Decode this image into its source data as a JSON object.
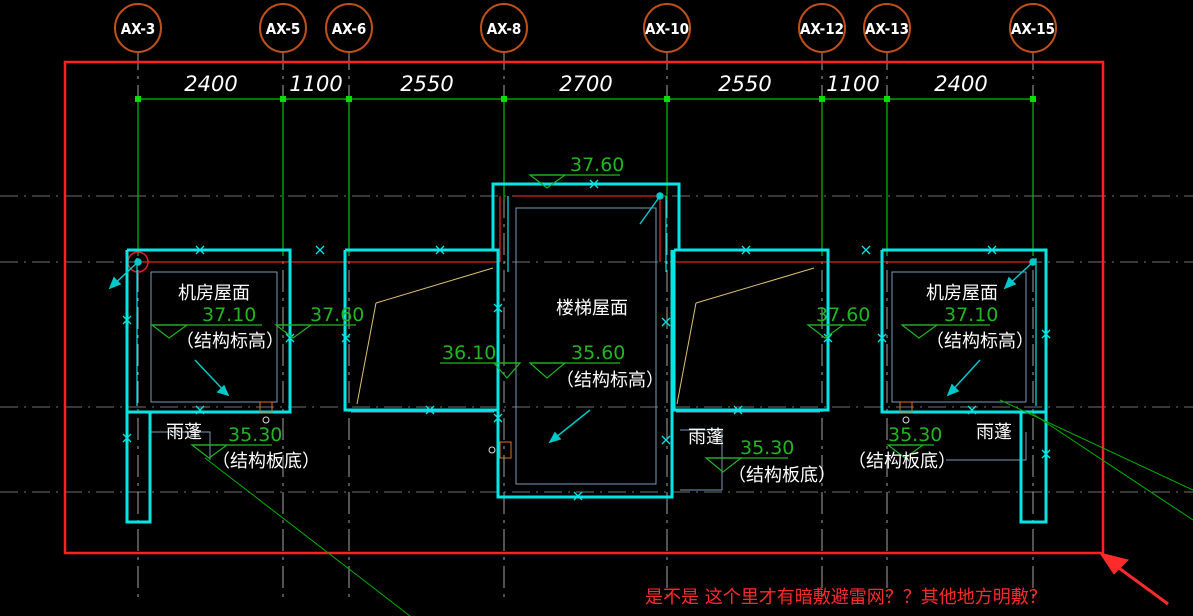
{
  "axes": [
    "AX-3",
    "AX-5",
    "AX-6",
    "AX-8",
    "AX-10",
    "AX-12",
    "AX-13",
    "AX-15"
  ],
  "dimensions": [
    "2400",
    "1100",
    "2550",
    "2700",
    "2550",
    "1100",
    "2400"
  ],
  "elevations": {
    "stair_top": "37.60",
    "left_roof": "37.10",
    "left_mid": "37.60",
    "center_left": "36.10",
    "center": "35.60",
    "right_mid": "37.60",
    "right_roof": "37.10",
    "left_canopy": "35.30",
    "center_right_canopy": "35.30",
    "right_canopy": "35.30"
  },
  "labels": {
    "left_room": "机房屋面",
    "left_room_sub": "（结构标高）",
    "stair_room": "楼梯屋面",
    "stair_room_sub": "（结构标高）",
    "right_room": "机房屋面",
    "right_room_sub": "（结构标高）",
    "canopy_left": "雨蓬",
    "canopy_left_sub": "（结构板底）",
    "canopy_mid": "雨蓬",
    "canopy_mid_sub": "（结构板底）",
    "canopy_right": "雨蓬",
    "canopy_right_sub": "（结构板底）"
  },
  "annotation": {
    "question": "是不是 这个里才有暗敷避雷网？？其他地方明敷？"
  },
  "colors": {
    "wall": "#00e5e5",
    "grid": "#ffffff",
    "dimension": "#00c000",
    "elevation": "#21b521",
    "highlight_box": "#ff2020",
    "axis_bubble": "#c05018"
  }
}
